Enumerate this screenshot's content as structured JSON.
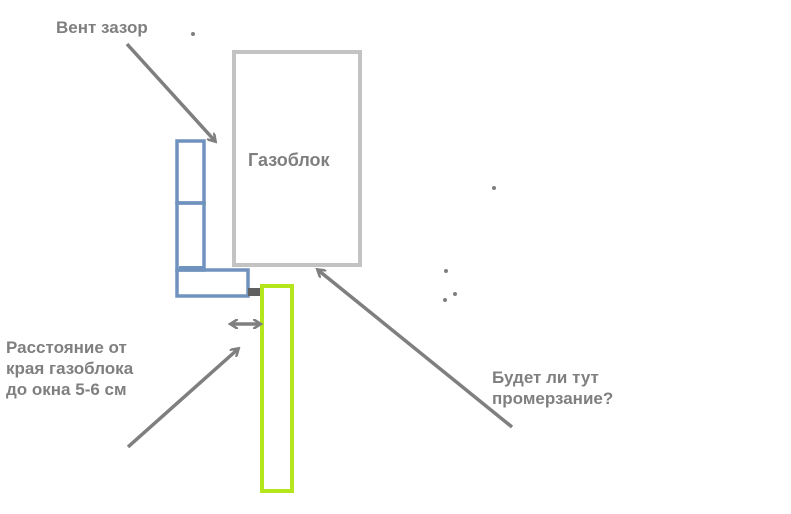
{
  "labels": {
    "vent_gap": "Вент зазор",
    "gas_block": "Газоблок",
    "distance_line1": "Расстояние от",
    "distance_line2": "края газоблока",
    "distance_line3": "до окна 5-6 см",
    "freeze_line1": "Будет ли тут",
    "freeze_line2": "промерзание?"
  },
  "colors": {
    "text": "#7f7f7f",
    "arrow": "#7f7f7f",
    "gas_block_outline": "#c3c3c3",
    "frame_outline": "#7092be",
    "window_outline": "#b5e61d",
    "frame_joint": "#606060"
  }
}
